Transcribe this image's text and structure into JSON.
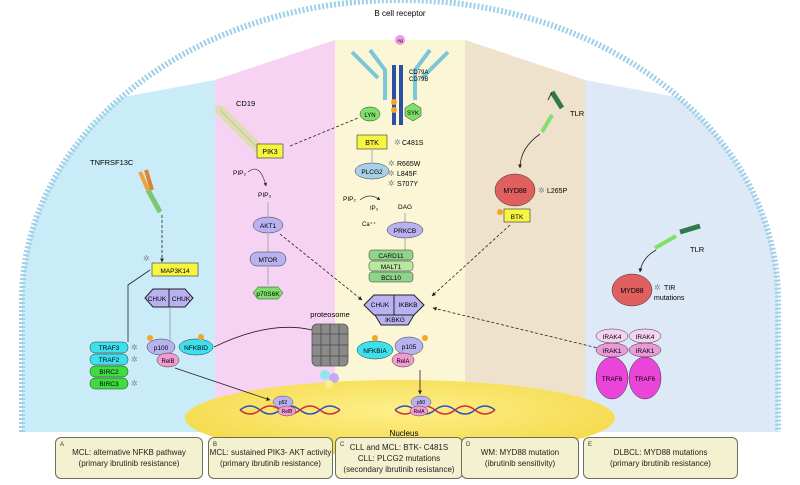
{
  "receptors": {
    "bcr": "B cell receptor",
    "ag": "Ag",
    "cd79a": "CD79A",
    "cd79b": "CD79B",
    "cd19": "CD19",
    "tnfrsf13c": "TNFRSF13C",
    "tlr_top": "TLR",
    "tlr_right": "TLR"
  },
  "proteins": {
    "lyn": "LYN",
    "syk": "SYK",
    "btk": "BTK",
    "btk_mut": "C481S",
    "plcg2": "PLCG2",
    "plcg2_mut1": "R665W",
    "plcg2_mut2": "L845F",
    "plcg2_mut3": "S707Y",
    "pik3": "PIK3",
    "pip2_a": "PIP₂",
    "pip3": "PIP₃",
    "akt1": "AKT1",
    "mtor": "MTOR",
    "p70s6k": "p70S6K",
    "pip2_b": "PIP₂",
    "ip3": "IP₃",
    "dag": "DAG",
    "ca": "Ca⁺⁺",
    "prkcb": "PRKCB",
    "card11": "CARD11",
    "malt1": "MALT1",
    "bcl10": "BCL10",
    "chuk_ikbkb": "CHUK",
    "ikbkb": "IKBKB",
    "ikbkg": "IKBKG",
    "map3k14": "MAP3K14",
    "chuk1": "CHUK",
    "chuk2": "CHUK",
    "p100": "p100",
    "nfkbid": "NFKBID",
    "relb": "RelB",
    "traf3": "TRAF3",
    "traf2": "TRAF2",
    "birc2": "BIRC2",
    "birc3": "BIRC3",
    "proteosome": "proteosome",
    "nfkbia": "NFKBIA",
    "p105": "p105",
    "rela": "RelA",
    "p52": "p52",
    "relb_nuc": "RelB",
    "p50": "p50",
    "rela_nuc": "RelA",
    "nucleus": "Nucleus",
    "myd88_a": "MYD88",
    "myd88_a_mut": "L265P",
    "btk_b": "BTK",
    "myd88_b": "MYD88",
    "tir_mut_1": "TIR",
    "tir_mut_2": "mutations",
    "irak4_a": "IRAK4",
    "irak4_b": "IRAK4",
    "irak1_a": "IRAK1",
    "irak1_b": "IRAK1",
    "traf6_a": "TRAF6",
    "traf6_b": "TRAF6",
    "phospho": "p"
  },
  "captions": [
    {
      "letter": "A",
      "line1": "MCL: alternative NFKB pathway",
      "line2": "(primary ibrutinib resistance)",
      "line3": ""
    },
    {
      "letter": "B",
      "line1": "MCL: sustained PIK3- AKT activity",
      "line2": "(primary ibrutinib resistance)",
      "line3": ""
    },
    {
      "letter": "C",
      "line1": "CLL and MCL: BTK- C481S",
      "line2": "CLL: PLCG2 mutations",
      "line3": "(secondary ibrutinib resistance)"
    },
    {
      "letter": "D",
      "line1": "WM: MYD88 mutation",
      "line2": "(ibrutinib sensitivity)",
      "line3": ""
    },
    {
      "letter": "E",
      "line1": "DLBCL: MYD88 mutations",
      "line2": "(primary ibrutinib resistance)",
      "line3": ""
    }
  ],
  "colors": {
    "panel_a": "#c9ecf8",
    "panel_b": "#f7d3f3",
    "panel_c": "#fbf7d6",
    "panel_d": "#efe2cc",
    "panel_e": "#dde9f7",
    "yellow_box": "#f5f542",
    "lavender": "#b9b2f0",
    "green_box": "#8fd48a",
    "red_node": "#e06060",
    "magenta": "#ea45d8",
    "cyan": "#3fe0ee",
    "membrane": "#9fd0ea",
    "nucleus": "#fbe96a"
  }
}
